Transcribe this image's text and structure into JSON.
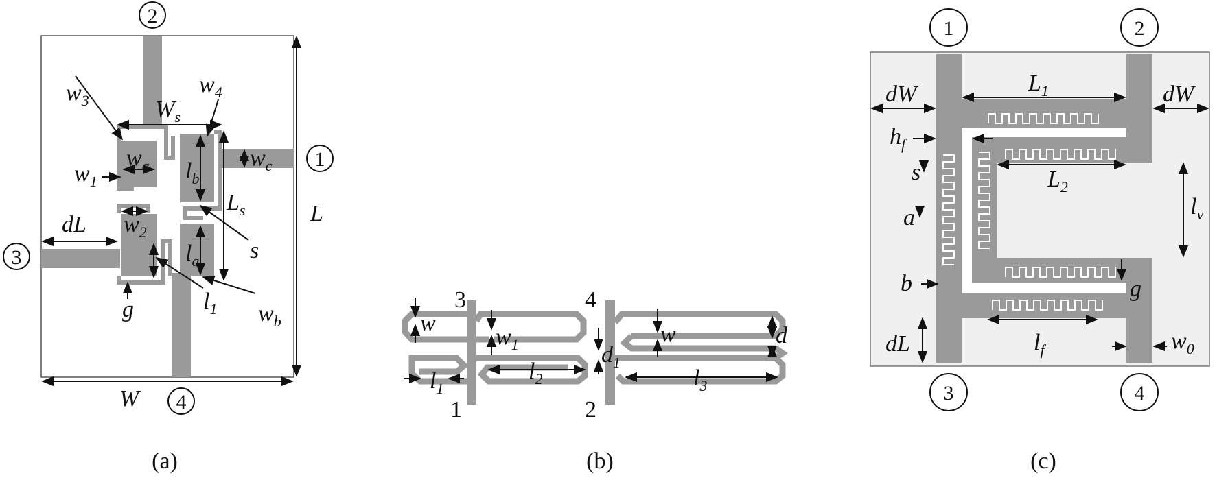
{
  "captions": [
    "(a)",
    "(b)",
    "(c)"
  ],
  "panel_a": {
    "ports": [
      "1",
      "2",
      "3",
      "4"
    ],
    "labels": {
      "w3": "w",
      "w3_sub": "3",
      "w4": "w",
      "w4_sub": "4",
      "Ws": "W",
      "Ws_sub": "s",
      "wa": "w",
      "wa_sub": "a",
      "wc": "w",
      "wc_sub": "c",
      "w1": "w",
      "w1_sub": "1",
      "lb": "l",
      "lb_sub": "b",
      "Ls": "L",
      "Ls_sub": "s",
      "L": "L",
      "dL": "dL",
      "w2": "w",
      "w2_sub": "2",
      "la": "l",
      "la_sub": "a",
      "s": "s",
      "g": "g",
      "l1": "l",
      "l1_sub": "1",
      "wb": "w",
      "wb_sub": "b",
      "W": "W"
    }
  },
  "panel_b": {
    "ports": [
      "1",
      "2",
      "3",
      "4"
    ],
    "labels": {
      "w_left": "w",
      "w1": "w",
      "w1_sub": "1",
      "d1": "d",
      "d1_sub": "1",
      "w_right": "w",
      "d": "d",
      "l1": "l",
      "l1_sub": "1",
      "l2": "l",
      "l2_sub": "2",
      "l3": "l",
      "l3_sub": "3"
    }
  },
  "panel_c": {
    "ports": [
      "1",
      "2",
      "3",
      "4"
    ],
    "labels": {
      "dW_left": "dW",
      "L1": "L",
      "L1_sub": "1",
      "dW_right": "dW",
      "hf": "h",
      "hf_sub": "f",
      "s": "s",
      "L2": "L",
      "L2_sub": "2",
      "lv": "l",
      "lv_sub": "v",
      "a": "a",
      "b": "b",
      "g": "g",
      "dL": "dL",
      "lf": "l",
      "lf_sub": "f",
      "w0": "w",
      "w0_sub": "0"
    }
  },
  "colors": {
    "metal": "#9a9a9a",
    "substrate_c": "#f0f0f0",
    "line": "#111111"
  }
}
